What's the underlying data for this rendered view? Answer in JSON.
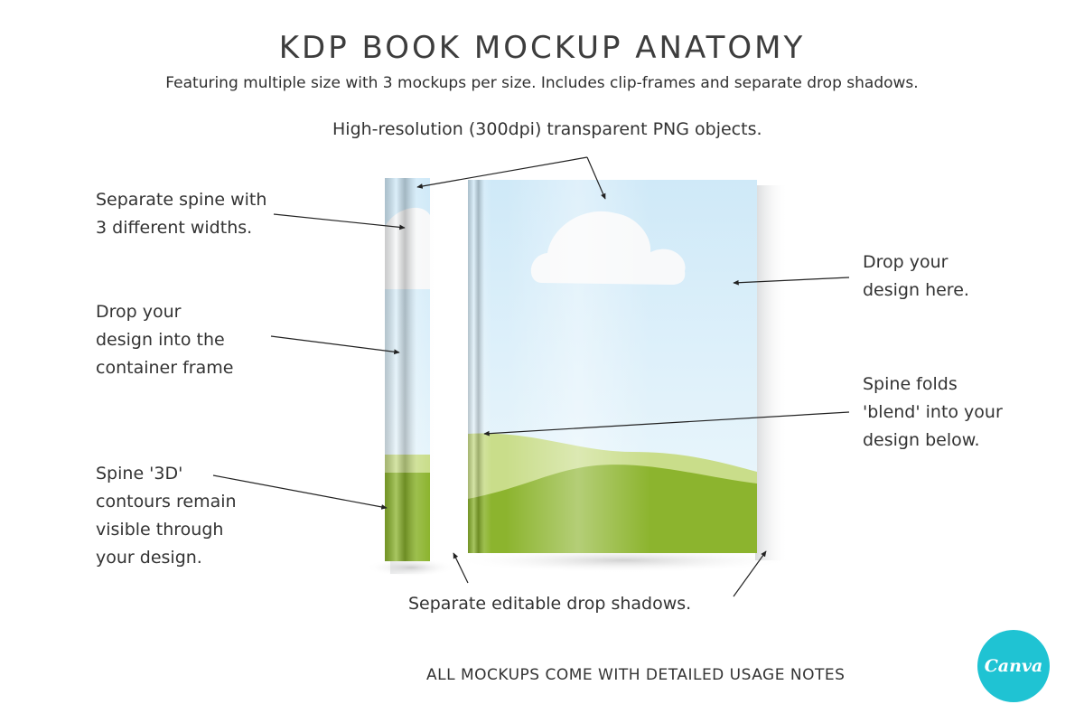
{
  "title": "KDP BOOK MOCKUP ANATOMY",
  "subtitle": "Featuring multiple size with 3 mockups per size. Includes clip-frames and separate drop shadows.",
  "callouts": {
    "png_objects": "High-resolution (300dpi) transparent PNG objects.",
    "separate_spine": "Separate spine with\n3 different widths.",
    "container_frame": "Drop your\ndesign into the\ncontainer frame",
    "spine_3d": "Spine '3D'\ncontours remain\nvisible through\nyour design.",
    "drop_design": "Drop your\ndesign here.",
    "spine_folds": "Spine folds\n'blend' into your\ndesign below.",
    "drop_shadows": "Separate editable drop shadows."
  },
  "footer": "ALL MOCKUPS COME WITH DETAILED USAGE NOTES",
  "badge": "Canva",
  "colors": {
    "sky_top": "#d2ebf8",
    "sky_bottom": "#eaf6fb",
    "grass_light": "#c9dd8a",
    "grass_dark": "#8cb42e",
    "badge": "#1fc3d3"
  }
}
